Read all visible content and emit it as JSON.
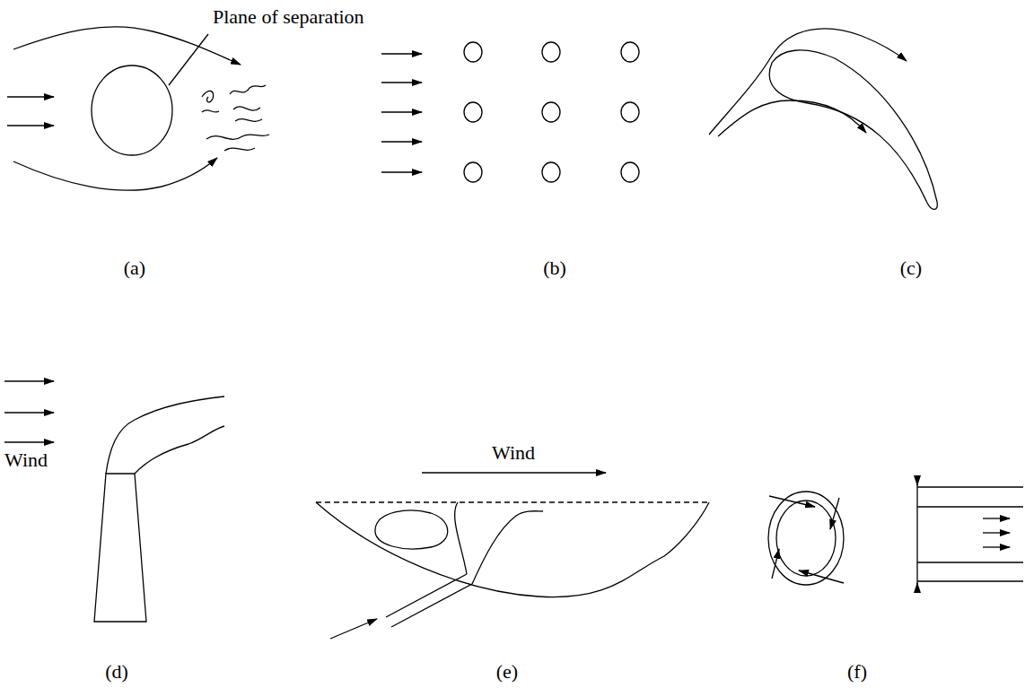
{
  "diagram": {
    "labels": [
      "Plane of separation",
      "(a)",
      "(b)",
      "(c)",
      "Wind",
      "Wind",
      "(d)",
      "(e)",
      "(f)"
    ]
  }
}
